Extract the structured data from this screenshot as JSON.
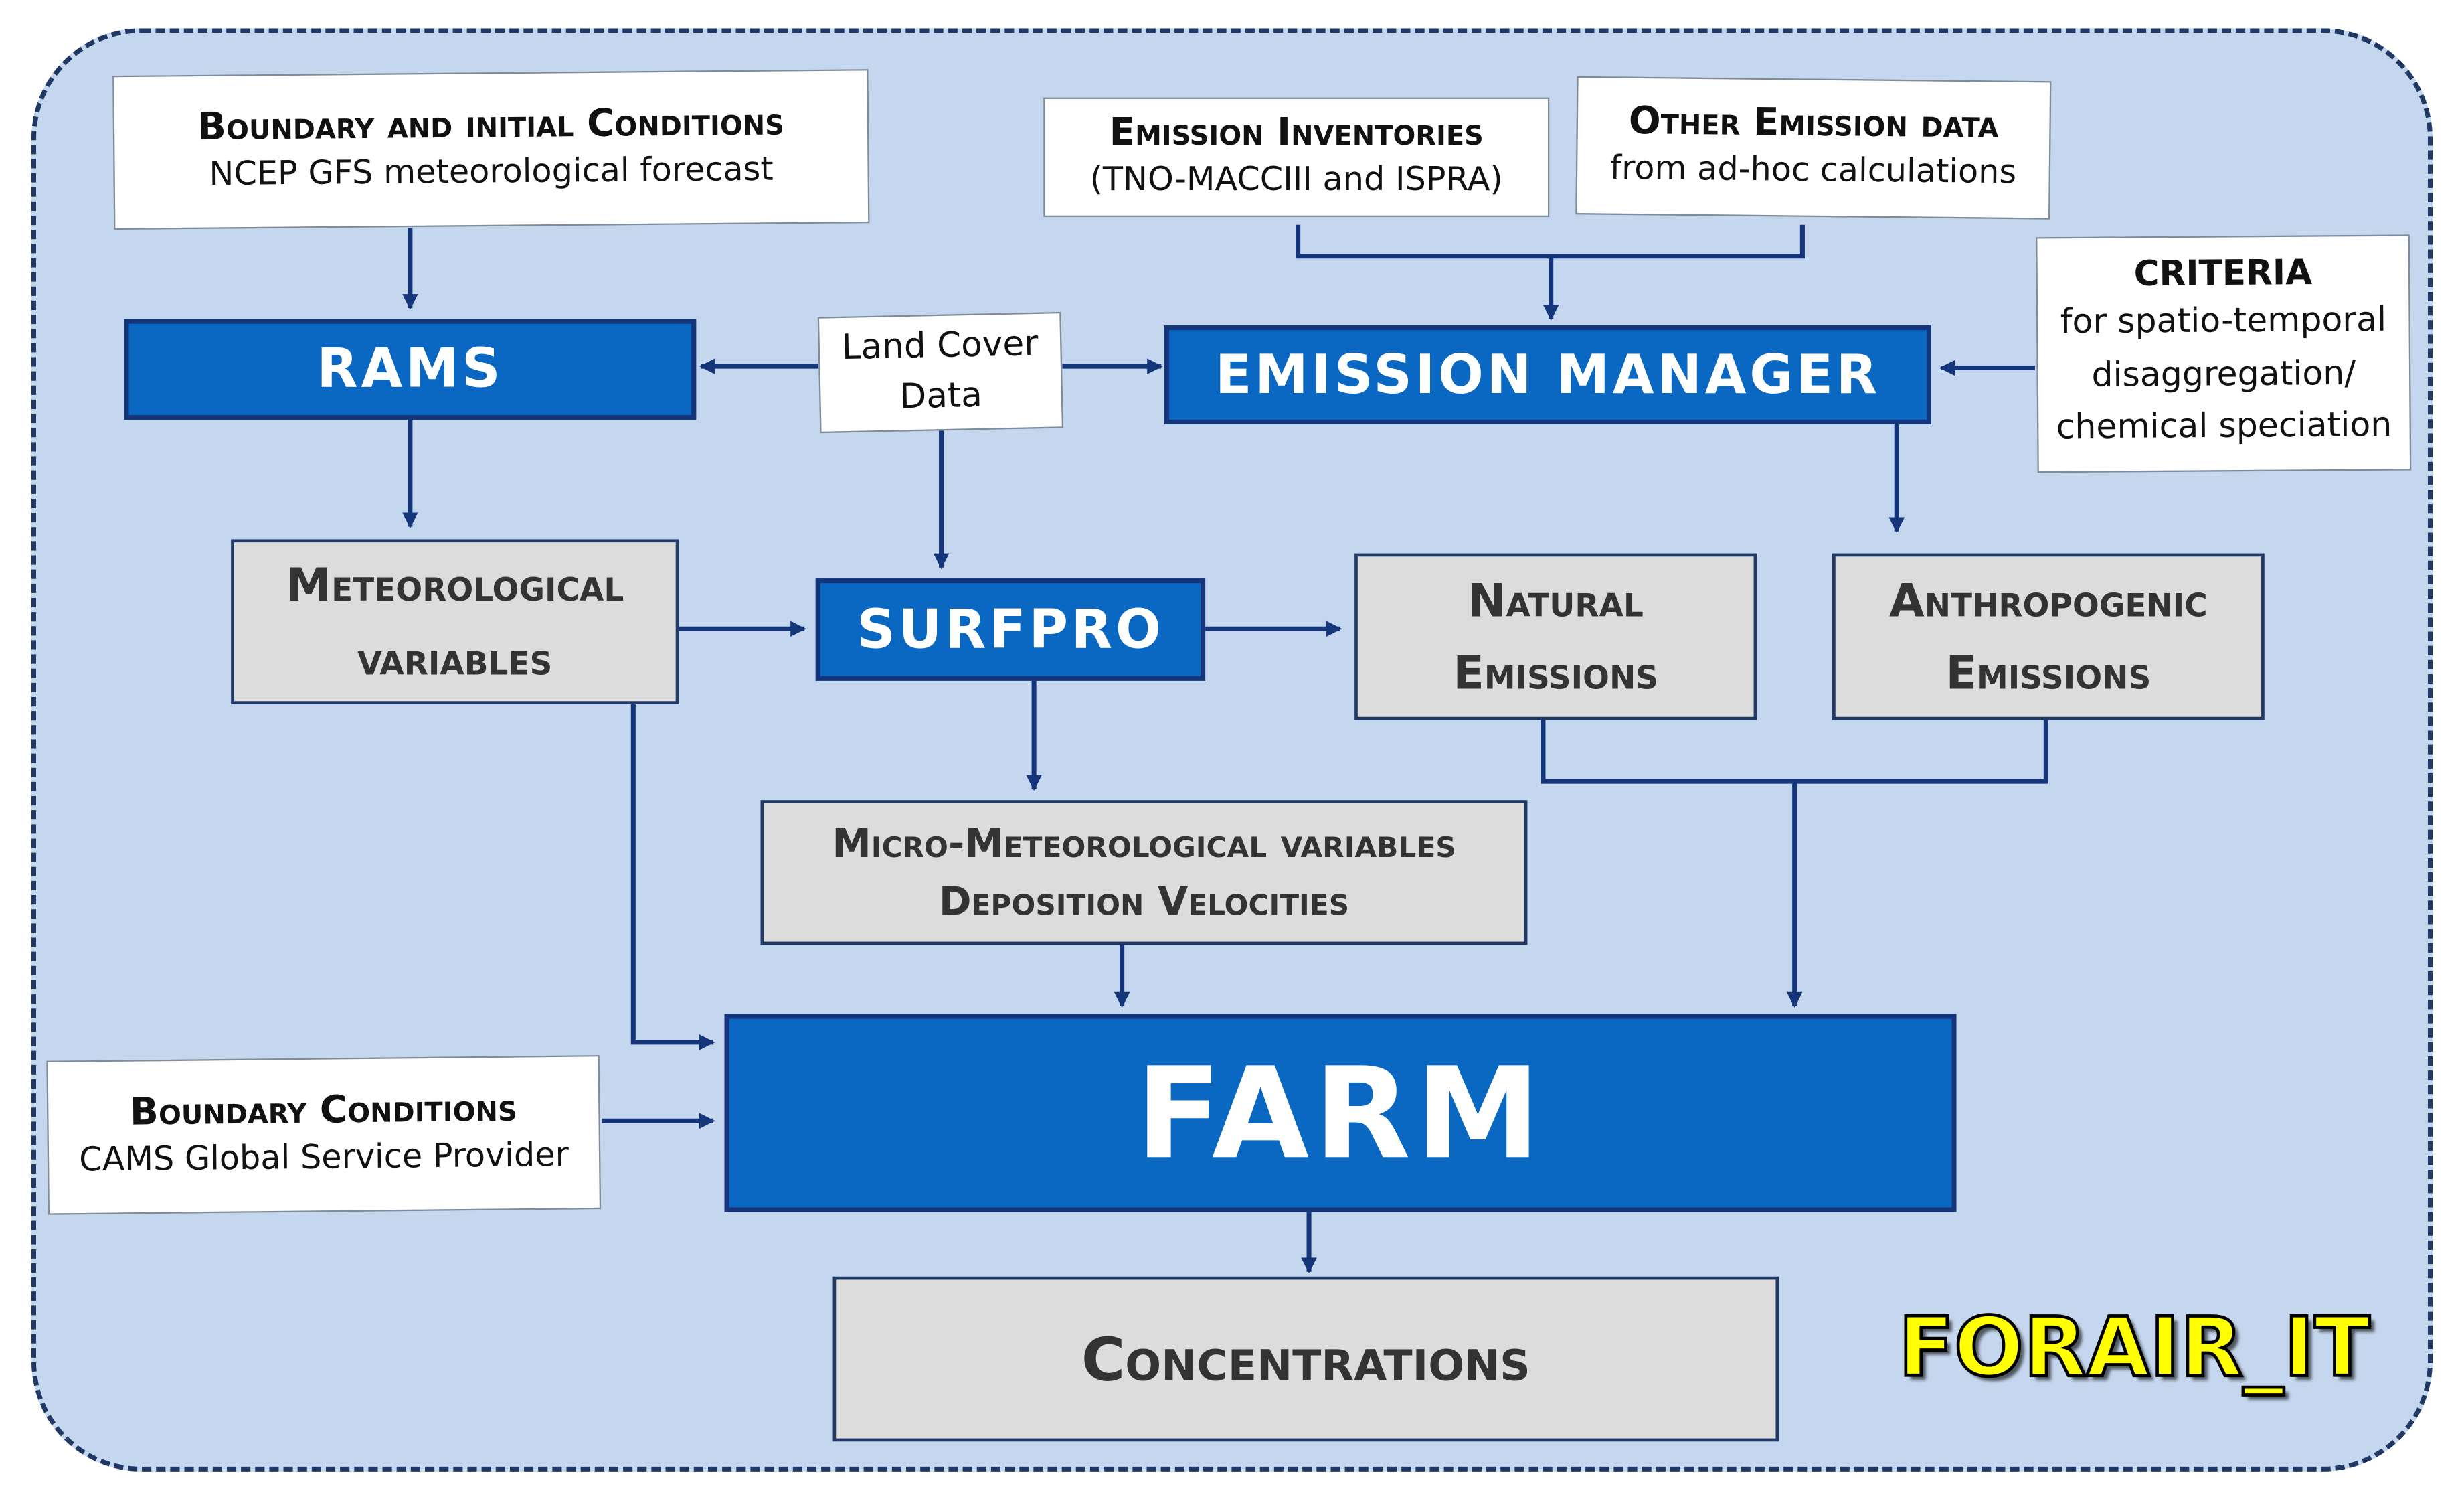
{
  "boundary_initial": {
    "title": "Boundary and initial Conditions",
    "subtitle": "NCEP GFS meteorological forecast"
  },
  "emission_inventories": {
    "title": "Emission Inventories",
    "subtitle": "(TNO-MACCIII and ISPRA)"
  },
  "other_emission": {
    "title": "Other Emission data",
    "subtitle": "from ad-hoc calculations"
  },
  "criteria": {
    "title": "CRITERIA",
    "lines": [
      "for spatio-temporal",
      "disaggregation/",
      "chemical speciation"
    ]
  },
  "rams": {
    "label": "RAMS"
  },
  "land_cover": {
    "line1": "Land Cover",
    "line2": "Data"
  },
  "emission_manager": {
    "label": "EMISSION MANAGER"
  },
  "meteorological": {
    "line1": "Meteorological",
    "line2": "variables"
  },
  "surfpro": {
    "label": "SURFPRO"
  },
  "natural": {
    "line1": "Natural",
    "line2": "Emissions"
  },
  "anthropogenic": {
    "line1": "Anthropogenic",
    "line2": "Emissions"
  },
  "micro_met": {
    "line1": "Micro-Meteorological variables",
    "line2": "Deposition Velocities"
  },
  "boundary_conditions": {
    "title": "Boundary Conditions",
    "subtitle": "CAMS Global Service Provider"
  },
  "farm": {
    "label": "FARM"
  },
  "concentrations": {
    "label": "Concentrations"
  },
  "logo": {
    "text": "FORAIR_IT",
    "color": "#ffff00"
  },
  "colors": {
    "frame_fill": "#c5d7ee",
    "frame_border": "#1f3864",
    "model_blue": "#0b68c2",
    "data_gray": "#dcdcdc",
    "arrow": "#14357a"
  }
}
